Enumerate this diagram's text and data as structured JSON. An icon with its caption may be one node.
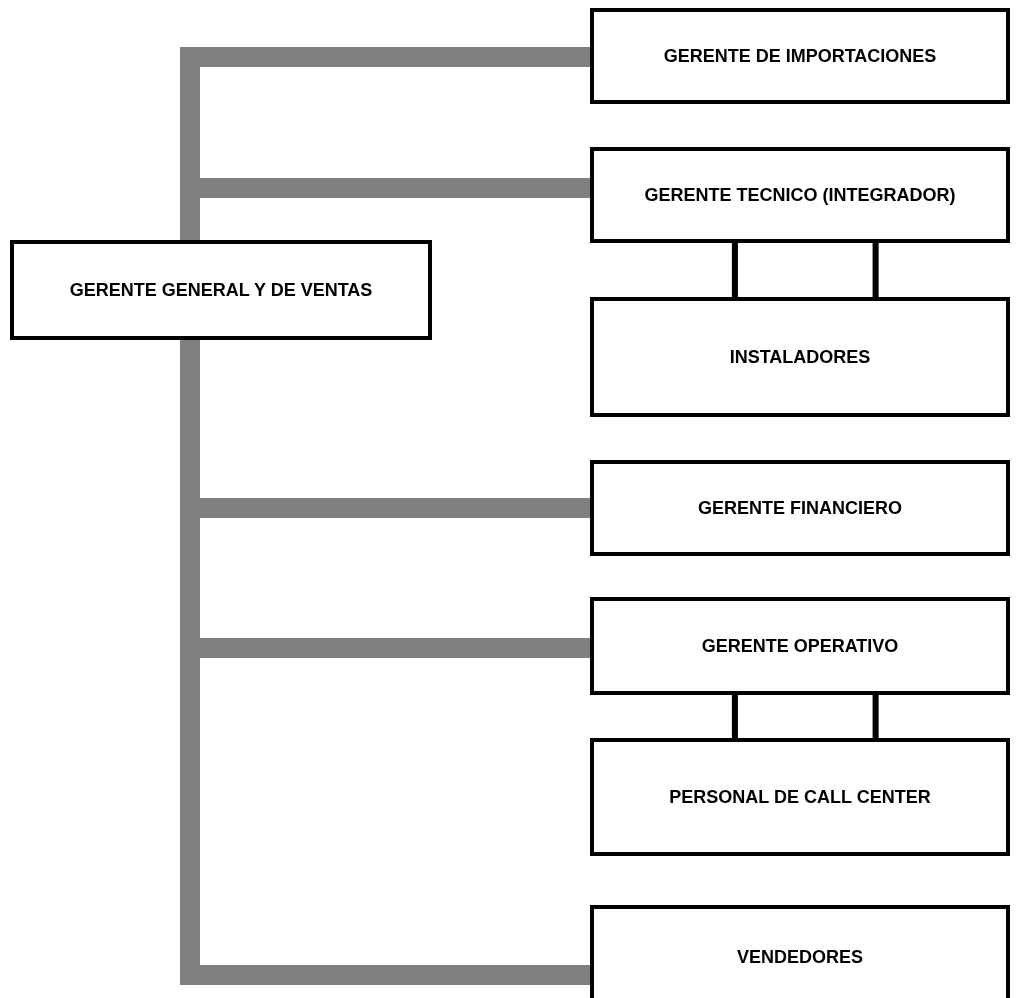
{
  "diagram": {
    "nodes": [
      {
        "text": [
          "GERENTE GENERAL Y DE VENTAS"
        ]
      },
      {
        "text": [
          "GERENTE DE IMPORTACIONES"
        ]
      },
      {
        "text": [
          "GERENTE TECNICO (INTEGRADOR)"
        ]
      },
      {
        "text": [
          "INSTALADORES"
        ]
      },
      {
        "text": [
          "GERENTE FINANCIERO"
        ]
      },
      {
        "text": [
          "GERENTE OPERATIVO"
        ]
      },
      {
        "text": [
          "PERSONAL DE CALL CENTER"
        ]
      },
      {
        "text": [
          "VENDEDORES"
        ]
      }
    ],
    "edges": [
      {
        "from": 0,
        "to": 1,
        "arrow": "none"
      },
      {
        "from": 0,
        "to": 2,
        "arrow": "none"
      },
      {
        "from": 2,
        "to": 3,
        "arrow": "none",
        "color": "#000000"
      },
      {
        "from": 2,
        "to": 3,
        "arrow": "none",
        "color": "#000000"
      },
      {
        "from": 0,
        "to": 4,
        "arrow": "none"
      },
      {
        "from": 0,
        "to": 5,
        "arrow": "none"
      },
      {
        "from": 5,
        "to": 6,
        "arrow": "none",
        "color": "#000000"
      },
      {
        "from": 5,
        "to": 6,
        "arrow": "none",
        "color": "#000000"
      },
      {
        "from": 0,
        "to": 7,
        "arrow": "none"
      }
    ]
  }
}
